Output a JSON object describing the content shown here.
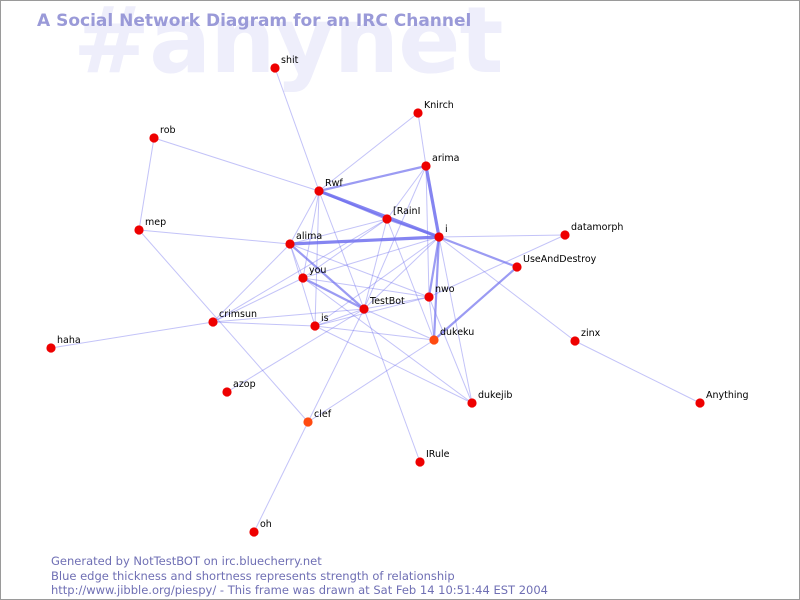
{
  "watermark": "#anynet",
  "title": "A Social Network Diagram for an IRC Channel",
  "footer": {
    "line1": "Generated by NotTestBOT on irc.bluecherry.net",
    "line2": "Blue edge thickness and shortness represents strength of relationship",
    "line3": "http://www.jibble.org/piespy/ - This frame was drawn at Sat Feb 14 10:51:44 EST 2004"
  },
  "colors": {
    "edge": "#7070ee",
    "node": "#ee0000",
    "node_active": "#ff4a10",
    "title": "#9a9ad8",
    "footer": "#6f6fb4",
    "watermark": "#eeeefb"
  },
  "nodes": [
    {
      "id": "shit",
      "label": "shit"
    },
    {
      "id": "Knirch",
      "label": "Knirch"
    },
    {
      "id": "rob",
      "label": "rob"
    },
    {
      "id": "arima",
      "label": "arima"
    },
    {
      "id": "Rwf",
      "label": "Rwf"
    },
    {
      "id": "IRainI",
      "label": "[RainI"
    },
    {
      "id": "i",
      "label": "i"
    },
    {
      "id": "datamorph",
      "label": "datamorph"
    },
    {
      "id": "mep",
      "label": "mep"
    },
    {
      "id": "alima",
      "label": "alima"
    },
    {
      "id": "UseAndDestroy",
      "label": "UseAndDestroy"
    },
    {
      "id": "you",
      "label": "you"
    },
    {
      "id": "nwo",
      "label": "nwo"
    },
    {
      "id": "TestBot",
      "label": "TestBot"
    },
    {
      "id": "crimsun",
      "label": "crimsun"
    },
    {
      "id": "is",
      "label": "is"
    },
    {
      "id": "dukeku",
      "label": "dukeku",
      "active": true
    },
    {
      "id": "zinx",
      "label": "zinx"
    },
    {
      "id": "haha",
      "label": "haha"
    },
    {
      "id": "azop",
      "label": "azop"
    },
    {
      "id": "dukejib",
      "label": "dukejib"
    },
    {
      "id": "Anything",
      "label": "Anything"
    },
    {
      "id": "clef",
      "label": "clef",
      "active": true
    },
    {
      "id": "IRule",
      "label": "IRule"
    },
    {
      "id": "oh",
      "label": "oh"
    }
  ],
  "edges": [
    {
      "source": "shit",
      "target": "Rwf",
      "weight": 1
    },
    {
      "source": "Knirch",
      "target": "Rwf",
      "weight": 1
    },
    {
      "source": "Knirch",
      "target": "arima",
      "weight": 1
    },
    {
      "source": "rob",
      "target": "Rwf",
      "weight": 1
    },
    {
      "source": "rob",
      "target": "mep",
      "weight": 1
    },
    {
      "source": "Rwf",
      "target": "arima",
      "weight": 2
    },
    {
      "source": "Rwf",
      "target": "IRainI",
      "weight": 2
    },
    {
      "source": "Rwf",
      "target": "i",
      "weight": 3
    },
    {
      "source": "Rwf",
      "target": "alima",
      "weight": 1
    },
    {
      "source": "Rwf",
      "target": "you",
      "weight": 1
    },
    {
      "source": "Rwf",
      "target": "TestBot",
      "weight": 1
    },
    {
      "source": "Rwf",
      "target": "is",
      "weight": 1
    },
    {
      "source": "arima",
      "target": "i",
      "weight": 3
    },
    {
      "source": "arima",
      "target": "IRainI",
      "weight": 1
    },
    {
      "source": "arima",
      "target": "TestBot",
      "weight": 1
    },
    {
      "source": "arima",
      "target": "nwo",
      "weight": 1
    },
    {
      "source": "IRainI",
      "target": "i",
      "weight": 2
    },
    {
      "source": "IRainI",
      "target": "TestBot",
      "weight": 1
    },
    {
      "source": "IRainI",
      "target": "you",
      "weight": 1
    },
    {
      "source": "IRainI",
      "target": "alima",
      "weight": 1
    },
    {
      "source": "IRainI",
      "target": "dukeku",
      "weight": 1
    },
    {
      "source": "IRainI",
      "target": "crimsun",
      "weight": 1
    },
    {
      "source": "i",
      "target": "alima",
      "weight": 3
    },
    {
      "source": "i",
      "target": "datamorph",
      "weight": 1
    },
    {
      "source": "i",
      "target": "UseAndDestroy",
      "weight": 2
    },
    {
      "source": "i",
      "target": "nwo",
      "weight": 2
    },
    {
      "source": "i",
      "target": "dukeku",
      "weight": 2
    },
    {
      "source": "i",
      "target": "TestBot",
      "weight": 1
    },
    {
      "source": "i",
      "target": "dukejib",
      "weight": 1
    },
    {
      "source": "i",
      "target": "zinx",
      "weight": 1
    },
    {
      "source": "i",
      "target": "is",
      "weight": 1
    },
    {
      "source": "i",
      "target": "you",
      "weight": 1
    },
    {
      "source": "datamorph",
      "target": "nwo",
      "weight": 1
    },
    {
      "source": "UseAndDestroy",
      "target": "dukeku",
      "weight": 2
    },
    {
      "source": "mep",
      "target": "alima",
      "weight": 1
    },
    {
      "source": "mep",
      "target": "clef",
      "weight": 1
    },
    {
      "source": "alima",
      "target": "you",
      "weight": 1
    },
    {
      "source": "alima",
      "target": "TestBot",
      "weight": 2
    },
    {
      "source": "alima",
      "target": "is",
      "weight": 1
    },
    {
      "source": "alima",
      "target": "crimsun",
      "weight": 1
    },
    {
      "source": "alima",
      "target": "nwo",
      "weight": 1
    },
    {
      "source": "you",
      "target": "TestBot",
      "weight": 2
    },
    {
      "source": "you",
      "target": "nwo",
      "weight": 1
    },
    {
      "source": "you",
      "target": "dukejib",
      "weight": 1
    },
    {
      "source": "you",
      "target": "crimsun",
      "weight": 1
    },
    {
      "source": "TestBot",
      "target": "is",
      "weight": 1
    },
    {
      "source": "TestBot",
      "target": "nwo",
      "weight": 1
    },
    {
      "source": "TestBot",
      "target": "crimsun",
      "weight": 1
    },
    {
      "source": "TestBot",
      "target": "IRule",
      "weight": 1
    },
    {
      "source": "TestBot",
      "target": "clef",
      "weight": 1
    },
    {
      "source": "TestBot",
      "target": "azop",
      "weight": 1
    },
    {
      "source": "TestBot",
      "target": "dukeku",
      "weight": 1
    },
    {
      "source": "nwo",
      "target": "dukeku",
      "weight": 1
    },
    {
      "source": "nwo",
      "target": "dukejib",
      "weight": 1
    },
    {
      "source": "nwo",
      "target": "is",
      "weight": 1
    },
    {
      "source": "crimsun",
      "target": "haha",
      "weight": 1
    },
    {
      "source": "crimsun",
      "target": "is",
      "weight": 1
    },
    {
      "source": "is",
      "target": "dukeku",
      "weight": 1
    },
    {
      "source": "is",
      "target": "dukejib",
      "weight": 1
    },
    {
      "source": "dukeku",
      "target": "clef",
      "weight": 1
    },
    {
      "source": "zinx",
      "target": "Anything",
      "weight": 1
    },
    {
      "source": "clef",
      "target": "oh",
      "weight": 1
    }
  ]
}
